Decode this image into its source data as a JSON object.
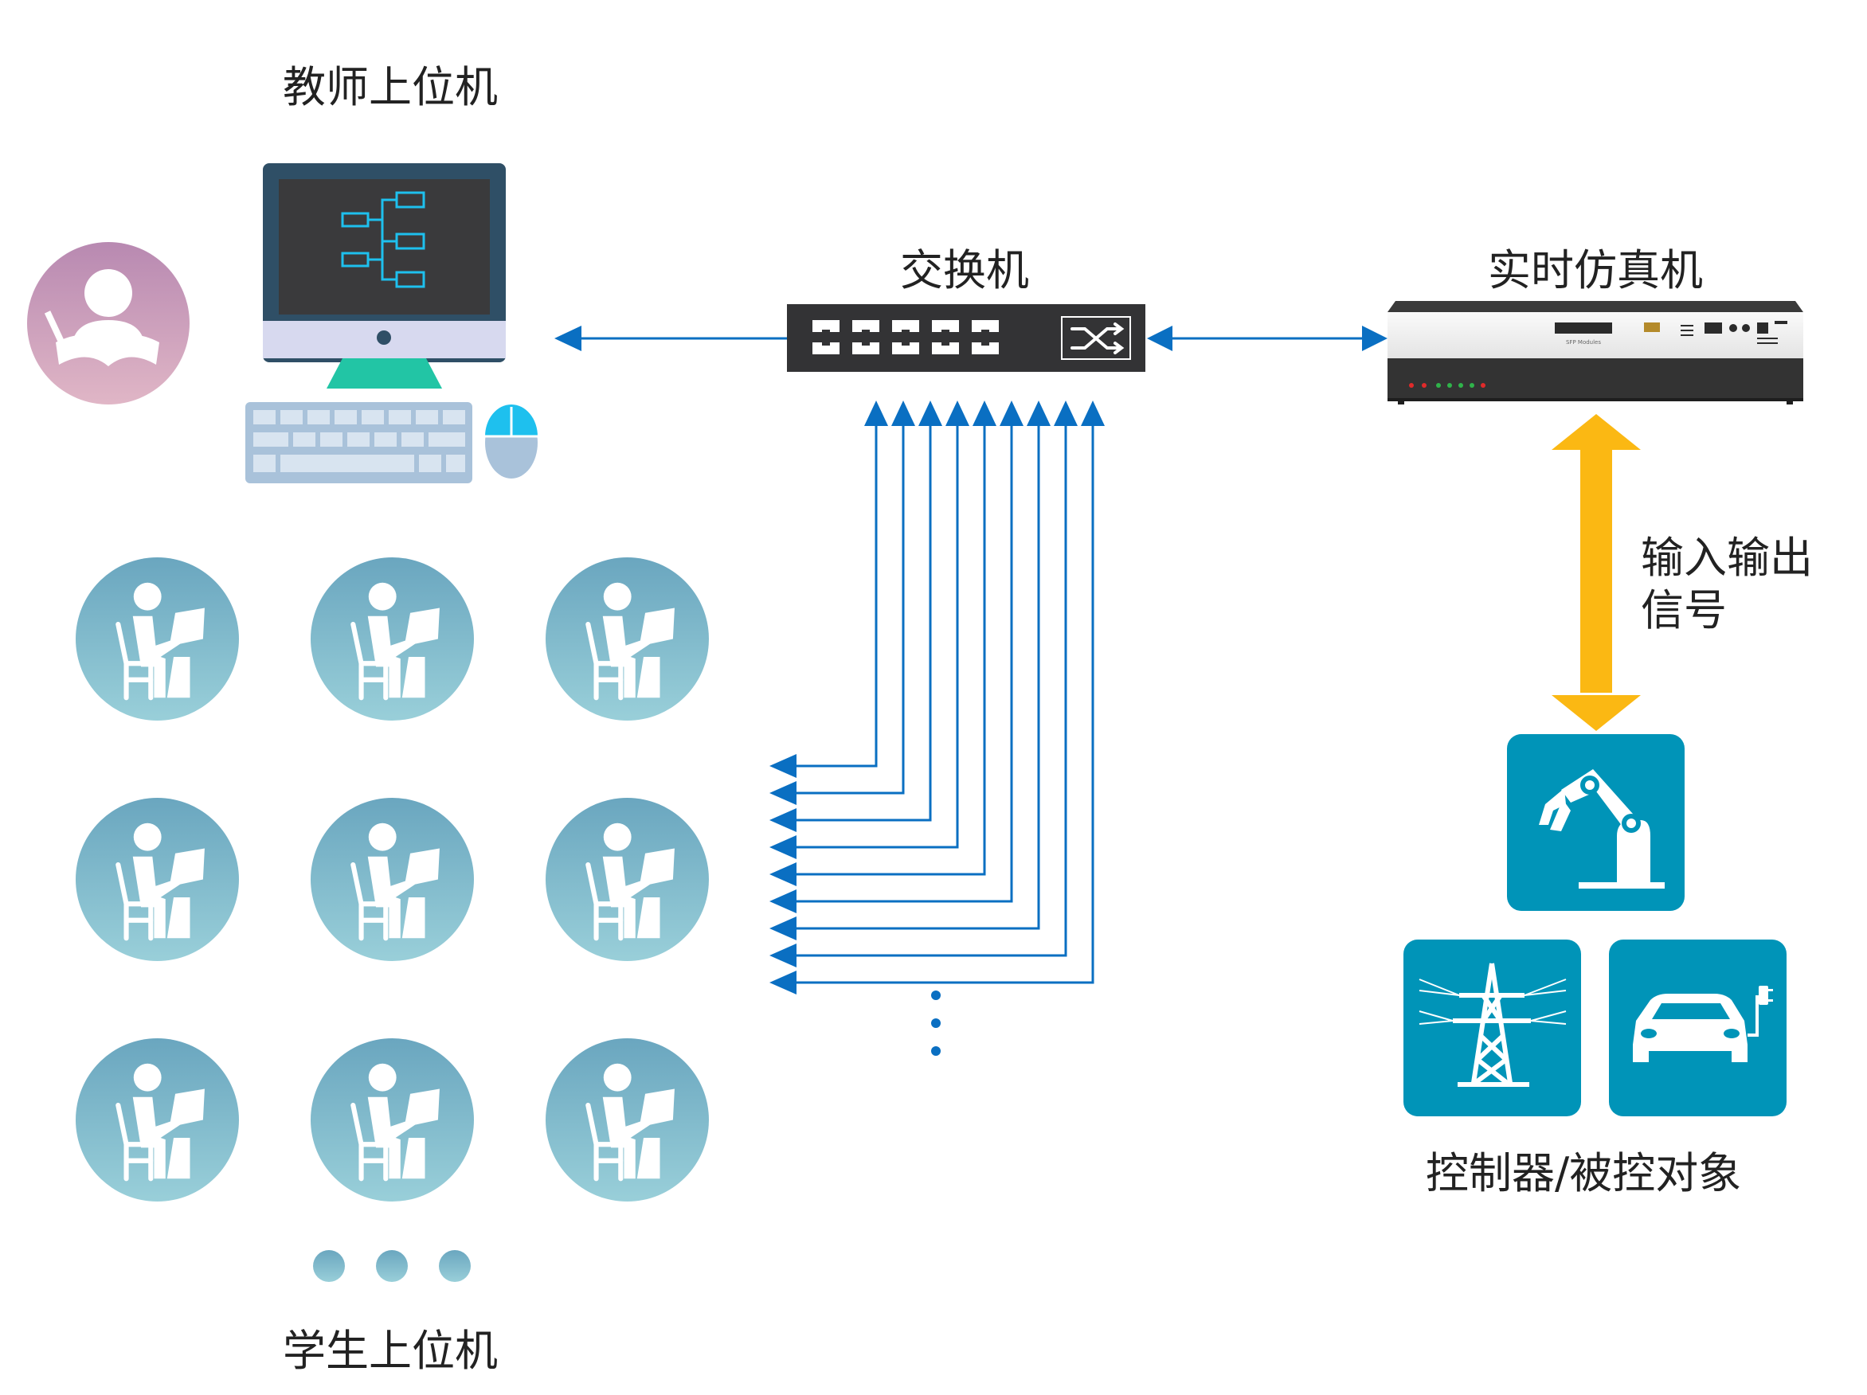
{
  "labels": {
    "teacher_pc": "教师上位机",
    "switch": "交换机",
    "simulator": "实时仿真机",
    "io_signal": "输入输出信号",
    "controller_object": "控制器/被控对象",
    "student_pc": "学生上位机"
  },
  "simulator_panel": {
    "module_text": "SFP Modules"
  },
  "colors": {
    "arrow_blue": "#0a6fc2",
    "io_arrow": "#fbb813",
    "student_circle": "#7fb3c6",
    "teacher_circle": "#c79ab9",
    "tile": "#0094b8",
    "monitor_frame": "#2f4f66",
    "monitor_screen": "#3a3a3c",
    "stand": "#22c5a5"
  },
  "icons": {
    "teacher_avatar": "teacher-reading-icon",
    "student": "student-at-desk-icon",
    "robot": "robot-arm-icon",
    "power": "power-tower-icon",
    "car": "electric-car-icon",
    "switch": "network-switch-icon",
    "simulator": "real-time-simulator-icon"
  }
}
